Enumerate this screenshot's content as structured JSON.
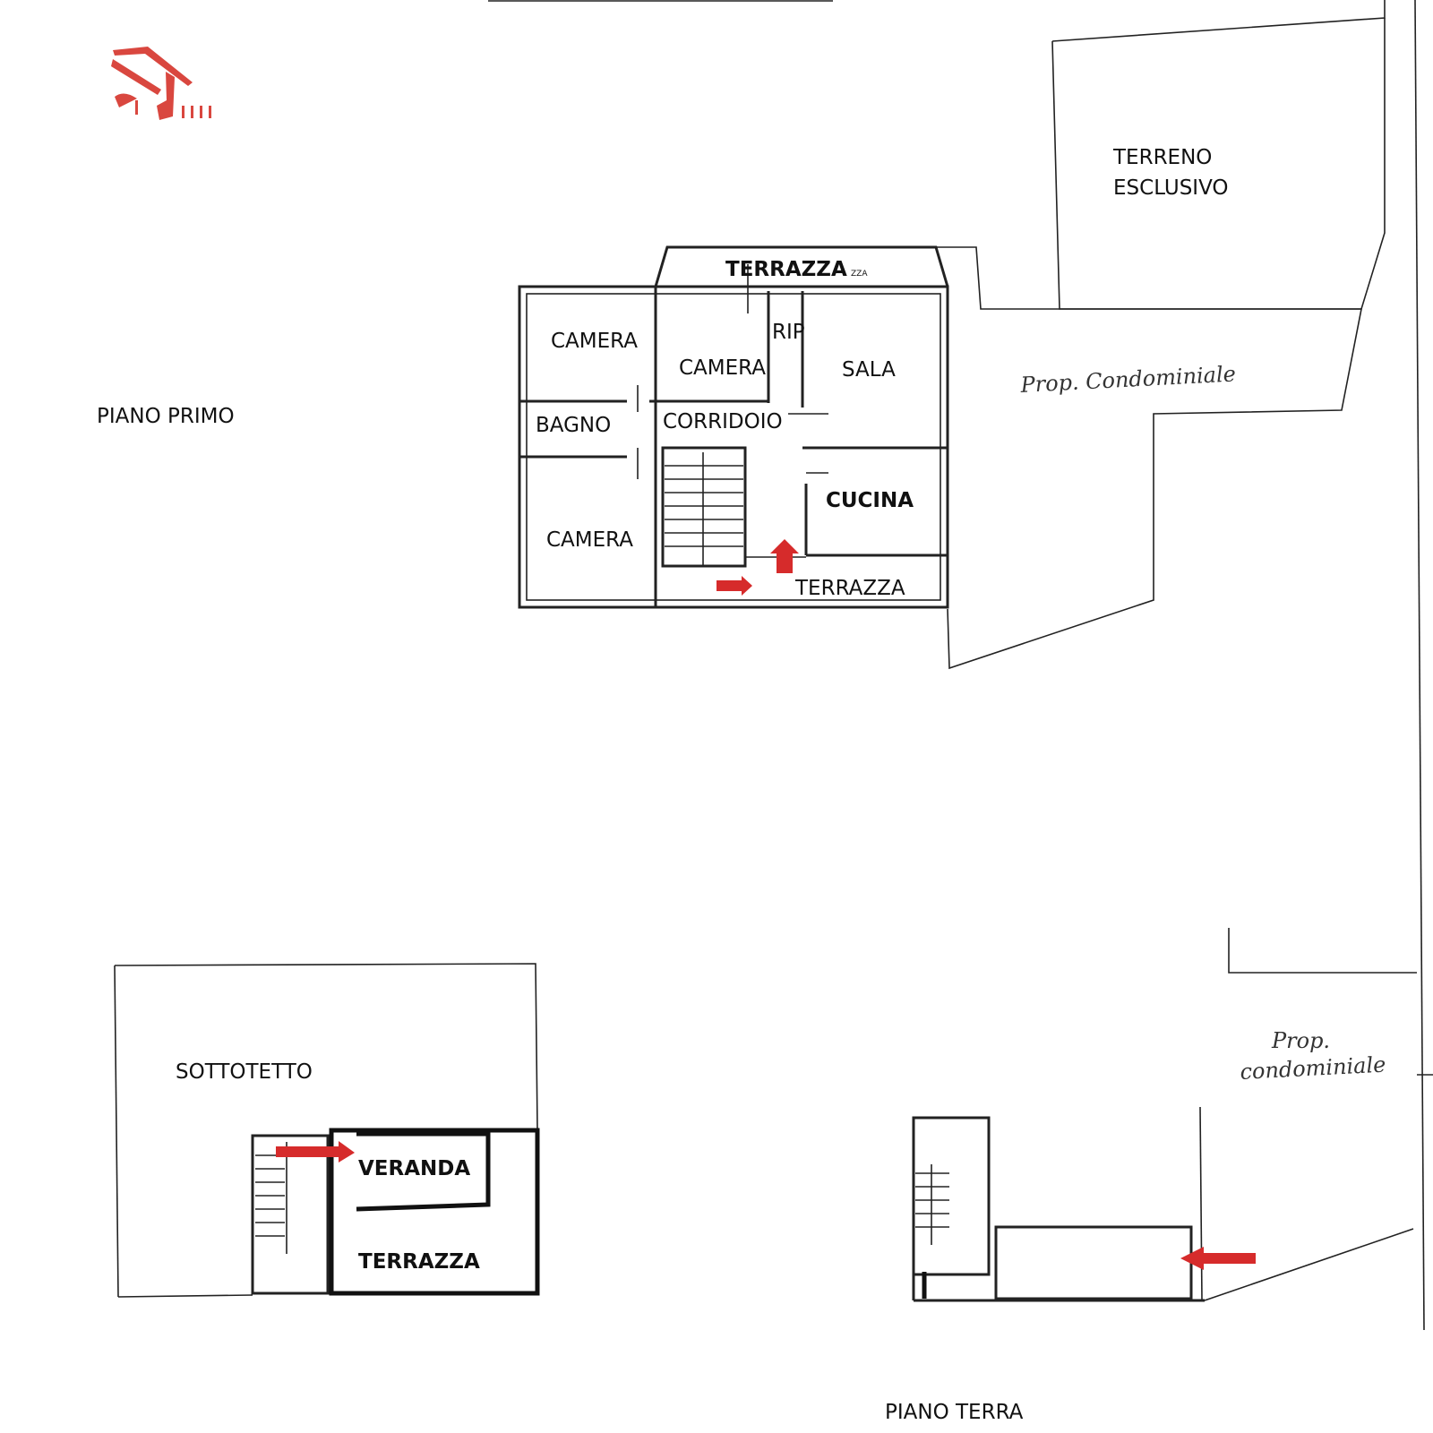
{
  "logo": {
    "color": "#d9473f"
  },
  "accent_color": "#d62b2b",
  "piano_primo": {
    "title": "PIANO PRIMO",
    "rooms": {
      "terrazza_top": "TERRAZZA",
      "terrazza_top_suffix": "ZZA",
      "camera_1": "CAMERA",
      "camera_2": "CAMERA",
      "rip": "RIP",
      "sala": "SALA",
      "bagno": "BAGNO",
      "corridoio": "CORRIDOIO",
      "cucina": "CUCINA",
      "camera_3": "CAMERA",
      "terrazza_bottom": "TERRAZZA"
    },
    "terreno": [
      "TERRENO",
      "ESCLUSIVO"
    ],
    "prop_condominiale": "Prop. Condominiale"
  },
  "sottotetto": {
    "title": "SOTTOTETTO",
    "veranda": "VERANDA",
    "terrazza": "TERRAZZA"
  },
  "piano_terra": {
    "title": "PIANO TERRA",
    "prop": "Prop.",
    "condominiale": "condominiale"
  }
}
